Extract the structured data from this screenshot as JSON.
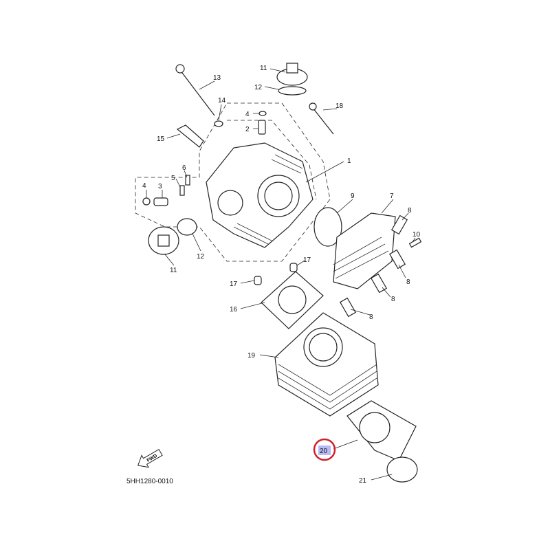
{
  "diagram_code": "5HH1280-0010",
  "fwd_arrow_text": "FWD",
  "highlight": {
    "label": "20",
    "ring_color": "#d0202a",
    "fill_color": "#b9b9f5"
  },
  "callouts": [
    {
      "label": "13"
    },
    {
      "label": "11"
    },
    {
      "label": "12"
    },
    {
      "label": "14"
    },
    {
      "label": "18"
    },
    {
      "label": "4"
    },
    {
      "label": "2"
    },
    {
      "label": "15"
    },
    {
      "label": "1"
    },
    {
      "label": "6"
    },
    {
      "label": "5"
    },
    {
      "label": "4"
    },
    {
      "label": "3"
    },
    {
      "label": "9"
    },
    {
      "label": "7"
    },
    {
      "label": "8"
    },
    {
      "label": "10"
    },
    {
      "label": "12"
    },
    {
      "label": "11"
    },
    {
      "label": "17"
    },
    {
      "label": "8"
    },
    {
      "label": "17"
    },
    {
      "label": "8"
    },
    {
      "label": "16"
    },
    {
      "label": "8"
    },
    {
      "label": "19"
    },
    {
      "label": "21"
    }
  ]
}
